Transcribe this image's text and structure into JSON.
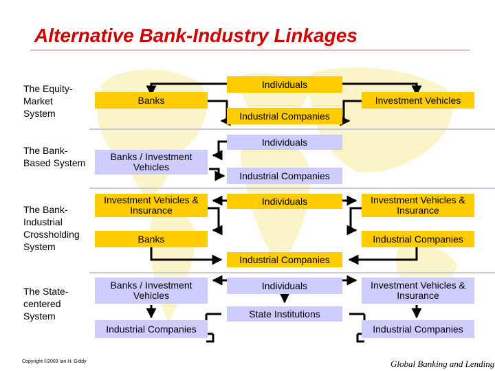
{
  "title": "Alternative Bank-Industry Linkages",
  "systems": {
    "equity_market": {
      "label": "The Equity-Market System",
      "banks": "Banks",
      "individuals": "Individuals",
      "investment_vehicles": "Investment Vehicles",
      "industrial_companies": "Industrial Companies"
    },
    "bank_based": {
      "label": "The Bank-Based System",
      "banks_investment_vehicles": "Banks / Investment Vehicles",
      "individuals": "Individuals",
      "industrial_companies": "Industrial Companies"
    },
    "bank_industrial": {
      "label": "The Bank-Industrial Crossholding System",
      "investment_vehicles_insurance_left": "Investment Vehicles & Insurance",
      "banks": "Banks",
      "individuals": "Individuals",
      "investment_vehicles_insurance_right": "Investment Vehicles & Insurance",
      "industrial_companies_right": "Industrial Companies",
      "industrial_companies_bottom": "Industrial Companies"
    },
    "state_centered": {
      "label": "The State-centered System",
      "banks_investment_vehicles": "Banks / Investment Vehicles",
      "individuals": "Individuals",
      "investment_vehicles_insurance": "Investment Vehicles & Insurance",
      "state_institutions": "State Institutions",
      "industrial_companies_left": "Industrial Companies",
      "industrial_companies_right": "Industrial Companies"
    }
  },
  "footer": {
    "copyright": "Copyright ©2003 Ian H. Giddy",
    "course": "Global Banking and Lending"
  },
  "colors": {
    "title": "#cc0000",
    "gold_box": "#ffcc00",
    "lavender_box": "#ccccff",
    "separator": "#c8c8e0",
    "world_map": "#fbf4c8"
  }
}
